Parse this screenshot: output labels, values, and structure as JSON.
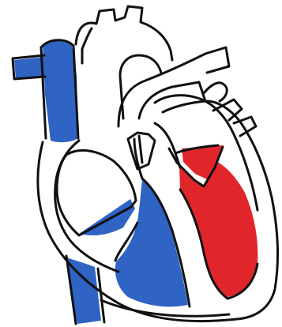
{
  "figure": {
    "style": "hand-drawn crayon sketch, no printed text",
    "colors": {
      "background": "#ffffff",
      "outline": "#111111",
      "deoxygenated_blood": "#2f63c4",
      "oxygenated_blood": "#e0262b"
    },
    "parts": [
      {
        "name": "superior-vena-cava",
        "fill": "deoxygenated_blood"
      },
      {
        "name": "right-atrium",
        "fill": "deoxygenated_blood"
      },
      {
        "name": "right-ventricle",
        "fill": "deoxygenated_blood"
      },
      {
        "name": "inferior-vena-cava",
        "fill": "deoxygenated_blood"
      },
      {
        "name": "left-atrium",
        "fill": "oxygenated_blood"
      },
      {
        "name": "left-ventricle",
        "fill": "oxygenated_blood"
      },
      {
        "name": "aortic-arch",
        "fill": "none"
      },
      {
        "name": "pulmonary-artery",
        "fill": "none"
      },
      {
        "name": "pulmonary-veins",
        "fill": "none"
      },
      {
        "name": "heart-valves",
        "fill": "none"
      },
      {
        "name": "septum",
        "fill": "none"
      }
    ]
  }
}
